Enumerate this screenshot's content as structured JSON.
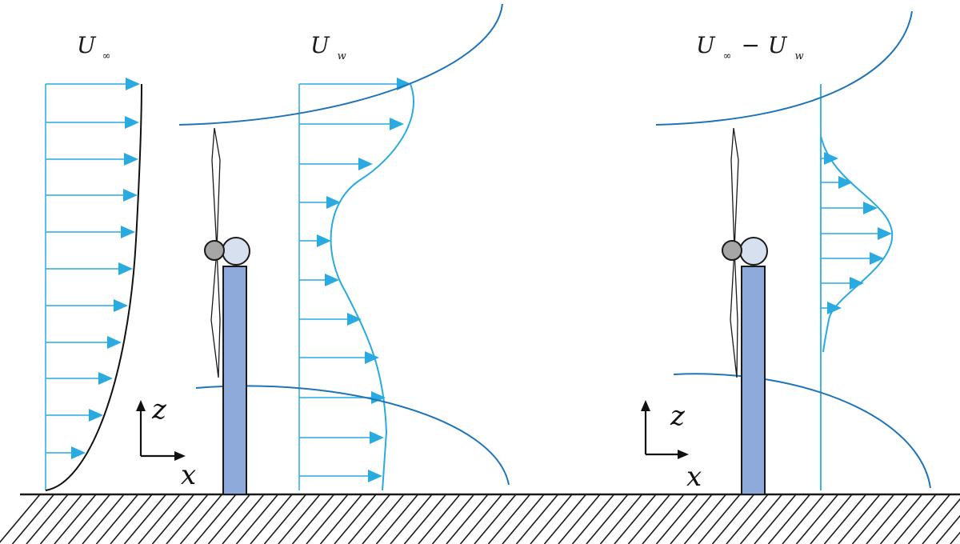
{
  "labels": {
    "u_inf": {
      "main": "U",
      "sub": "∞"
    },
    "u_w": {
      "main": "U",
      "sub": "w"
    },
    "u_diff": {
      "main_a": "U",
      "sub_a": "∞",
      "op": "−",
      "main_b": "U",
      "sub_b": "w"
    }
  },
  "axes": {
    "z": "z",
    "x": "x"
  },
  "colors": {
    "arrow": "#29abe2",
    "wake_boundary": "#1f74b9",
    "profile_inflow": "#111111",
    "tower": "#8eaadb",
    "tower_stroke": "#1a1a1a",
    "hub": "#a6a6a6",
    "nacelle": "#d6e0ee",
    "ground": "#1a1a1a"
  },
  "icons": {
    "turbine": "wind-turbine-icon",
    "axes": "coordinate-axes-icon",
    "ground": "hatched-ground-icon"
  }
}
